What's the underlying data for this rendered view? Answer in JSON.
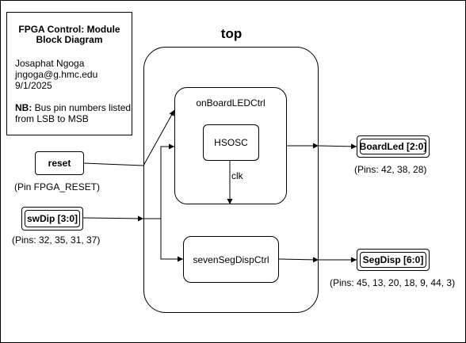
{
  "info": {
    "title_line1": "FPGA Control: Module",
    "title_line2": "Block Diagram",
    "author": "Josaphat Ngoga",
    "email": "jngoga@g.hmc.edu",
    "date": "9/1/2025",
    "note_bold": "NB:",
    "note_line1": " Bus pin numbers listed",
    "note_line2": "from LSB to MSB"
  },
  "top_module": {
    "label": "top"
  },
  "modules": {
    "onboard_led_ctrl": "onBoardLEDCtrl",
    "hsosc": "HSOSC",
    "seven_seg_disp_ctrl": "sevenSegDispCtrl"
  },
  "signals": {
    "clk": "clk"
  },
  "inputs": {
    "reset": {
      "label": "reset",
      "pins": "(Pin FPGA_RESET)"
    },
    "sw_dip": {
      "label": "swDip [3:0]",
      "pins": "(Pins: 32, 35, 31, 37)"
    }
  },
  "outputs": {
    "board_led": {
      "label": "BoardLed [2:0]",
      "pins": "(Pins: 42, 38, 28)"
    },
    "seg_disp": {
      "label": "SegDisp [6:0]",
      "pins": "(Pins: 45, 13, 20, 18, 9, 44, 3)"
    }
  }
}
